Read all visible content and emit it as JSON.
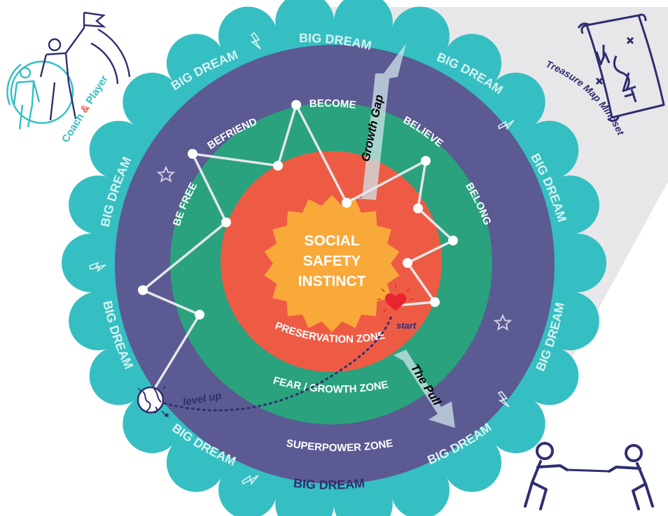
{
  "colors": {
    "big_dream_outer": "#35bfc2",
    "big_dream_text": "#d8f2f2",
    "superpower_zone": "#5b5a92",
    "fear_growth_zone": "#2aa27d",
    "preservation_zone": "#ee5b44",
    "core": "#f8a93a",
    "navy": "#2f2e70",
    "arrow": "#cfe4ea",
    "path": "#e5e7ea",
    "heart": "#e8242f",
    "backdrop": "#e7e7e9"
  },
  "rings": {
    "outer_label": "BIG DREAM",
    "superpower_label": "SUPERPOWER ZONE",
    "fear_growth_label": "FEAR / GROWTH ZONE",
    "preservation_label": "PRESERVATION ZONE",
    "core_lines": [
      "SOCIAL",
      "SAFETY",
      "INSTINCT"
    ]
  },
  "stages": {
    "be_free": "BE FREE",
    "befriend": "BEFRIEND",
    "become": "BECOME",
    "believe": "BELIEVE",
    "belong": "BELONG"
  },
  "arrows": {
    "growth_gap": "Growth Gap",
    "the_pull": "The Pull"
  },
  "journey": {
    "start": "start",
    "level_up": "level up"
  },
  "logos": {
    "coach_player": [
      "Coach",
      "&",
      "Player"
    ],
    "treasure_map": "Treasure Map Mindset"
  },
  "icons": {
    "coach_player_logo": "coach-and-player-icon",
    "treasure_map": "treasure-map-icon",
    "tug_of_war": "tug-of-war-icon",
    "globe": "globe-icon",
    "heart": "heart-icon",
    "star": "star-icon",
    "lightning": "lightning-icon"
  }
}
